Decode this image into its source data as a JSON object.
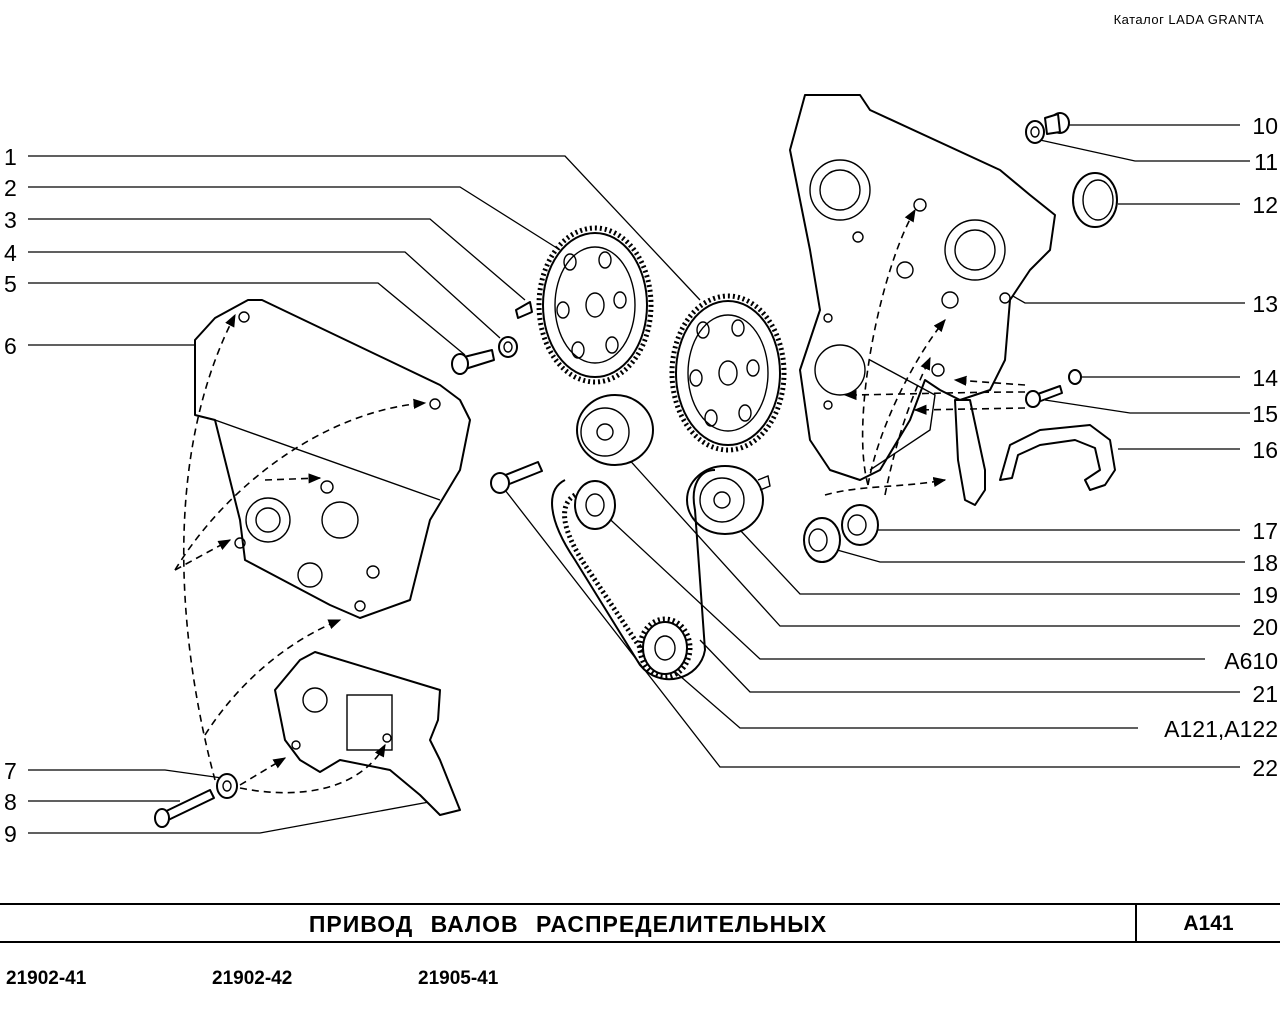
{
  "header": {
    "catalog": "Каталог  LADA  GRANTA"
  },
  "title_bar": {
    "title": "ПРИВОД  ВАЛОВ  РАСПРЕДЕЛИТЕЛЬНЫХ",
    "code": "A141"
  },
  "models": [
    "21902-41",
    "21902-42",
    "21905-41"
  ],
  "callouts": {
    "left": [
      "1",
      "2",
      "3",
      "4",
      "5",
      "6",
      "7",
      "8",
      "9"
    ],
    "right": [
      "10",
      "11",
      "12",
      "13",
      "14",
      "15",
      "16",
      "17",
      "18",
      "19",
      "20",
      "A610",
      "21",
      "A121,A122",
      "22"
    ]
  }
}
